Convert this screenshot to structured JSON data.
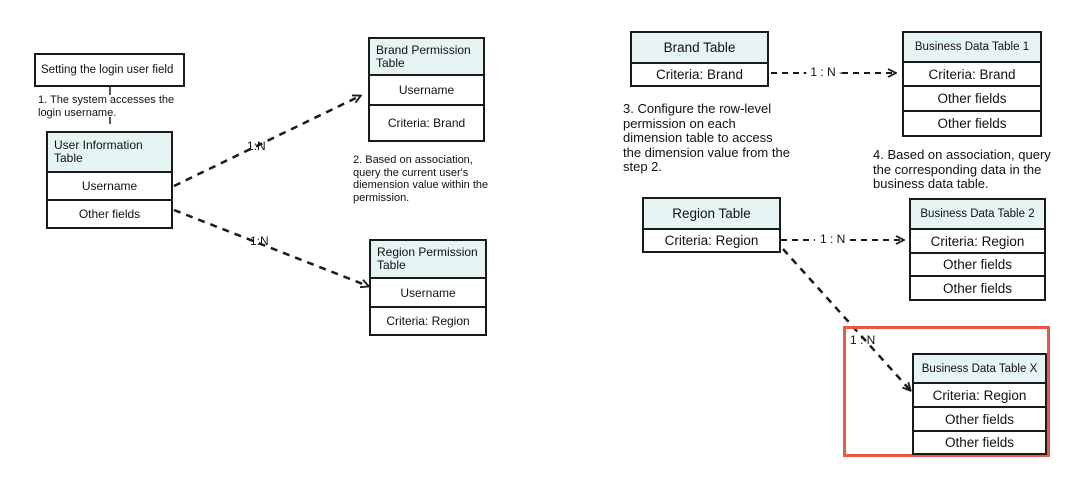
{
  "left": {
    "start_box": "Setting the login user field",
    "step1": "1. The system accesses the login username.",
    "user_table": {
      "title": "User Information Table",
      "rows": [
        "Username",
        "Other fields"
      ]
    },
    "brand_perm": {
      "title": "Brand Permission Table",
      "rows": [
        "Username",
        "Criteria: Brand"
      ]
    },
    "step2": "2. Based on association, query the current user's diemension value within the permission.",
    "region_perm": {
      "title": "Region Permission Table",
      "rows": [
        "Username",
        "Criteria: Region"
      ]
    },
    "rel_brand": "1:N",
    "rel_region": "1:N"
  },
  "right": {
    "brand_table": {
      "title": "Brand Table",
      "rows": [
        "Criteria: Brand"
      ]
    },
    "step3": "3. Configure the row-level permission on each dimension table to access the dimension value from the step 2.",
    "region_table": {
      "title": "Region Table",
      "rows": [
        "Criteria: Region"
      ]
    },
    "biz1": {
      "title": "Business Data Table 1",
      "rows": [
        "Criteria: Brand",
        "Other fields",
        "Other fields"
      ]
    },
    "step4": "4. Based on association, query the corresponding data in the business data table.",
    "biz2": {
      "title": "Business Data Table 2",
      "rows": [
        "Criteria: Region",
        "Other fields",
        "Other fields"
      ]
    },
    "bizx": {
      "title": "Business Data Table X",
      "rows": [
        "Criteria: Region",
        "Other fields",
        "Other fields"
      ]
    },
    "rel_brand_biz": "- 1 : N -",
    "rel_region_biz2": "1 : N",
    "rel_region_bizx": "1 : N"
  },
  "colors": {
    "header_fill": "#e6f4f4",
    "highlight": "#e8584c",
    "line": "#1a1a1a"
  }
}
